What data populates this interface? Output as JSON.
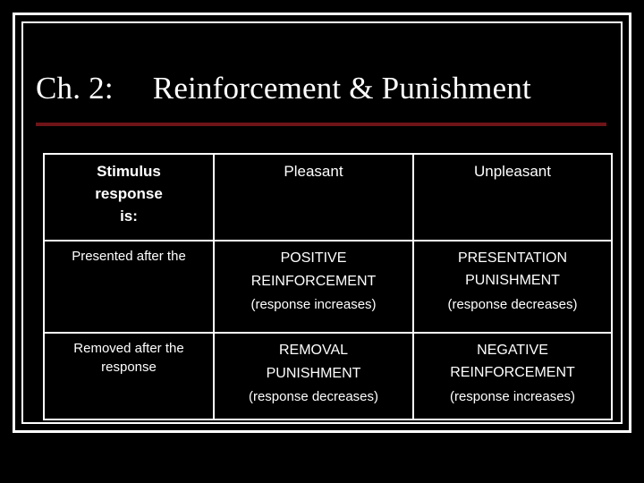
{
  "slide": {
    "background_color": "#000000",
    "frame_color": "#ffffff",
    "accent_rule_color": "#6e1418"
  },
  "title": {
    "chapter": "Ch. 2:",
    "heading": "Reinforcement & Punishment"
  },
  "table": {
    "columns": [
      "Stimulus response is:",
      "Pleasant",
      "Unpleasant"
    ],
    "header": {
      "col1_line1": "Stimulus",
      "col1_line2": "response",
      "col1_line3": "is:",
      "col2": "Pleasant",
      "col3": "Unpleasant"
    },
    "rows": [
      {
        "label_line1": "Presented after the",
        "label_line2": "",
        "pleasant": {
          "term_line1": "POSITIVE",
          "term_line2": "REINFORCEMENT",
          "note": "(response increases)"
        },
        "unpleasant": {
          "term_line1": "PRESENTATION",
          "term_line2": "PUNISHMENT",
          "note": "(response decreases)"
        }
      },
      {
        "label_line1": "Removed after the",
        "label_line2": "response",
        "pleasant": {
          "term_line1": "REMOVAL",
          "term_line2": "PUNISHMENT",
          "note": "(response decreases)"
        },
        "unpleasant": {
          "term_line1": "NEGATIVE",
          "term_line2": "REINFORCEMENT",
          "note": "(response increases)"
        }
      }
    ]
  }
}
